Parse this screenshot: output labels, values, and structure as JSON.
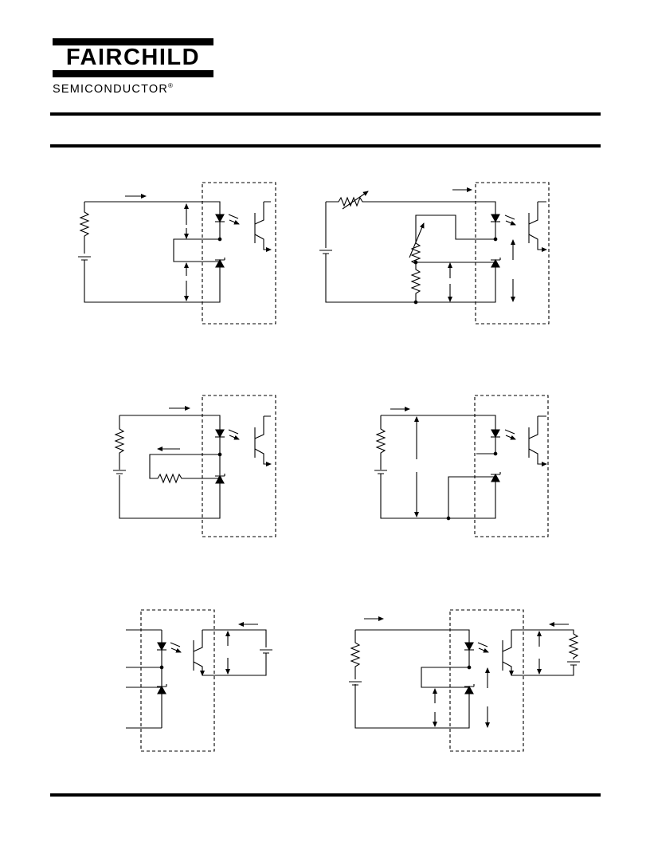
{
  "header": {
    "brand": "FAIRCHILD",
    "subbrand": "SEMICONDUCTOR",
    "registered_mark": "®"
  },
  "diagram": {
    "type": "optocoupler test circuits",
    "panel_count": 6,
    "line_color": "#000000",
    "background": "#ffffff"
  }
}
